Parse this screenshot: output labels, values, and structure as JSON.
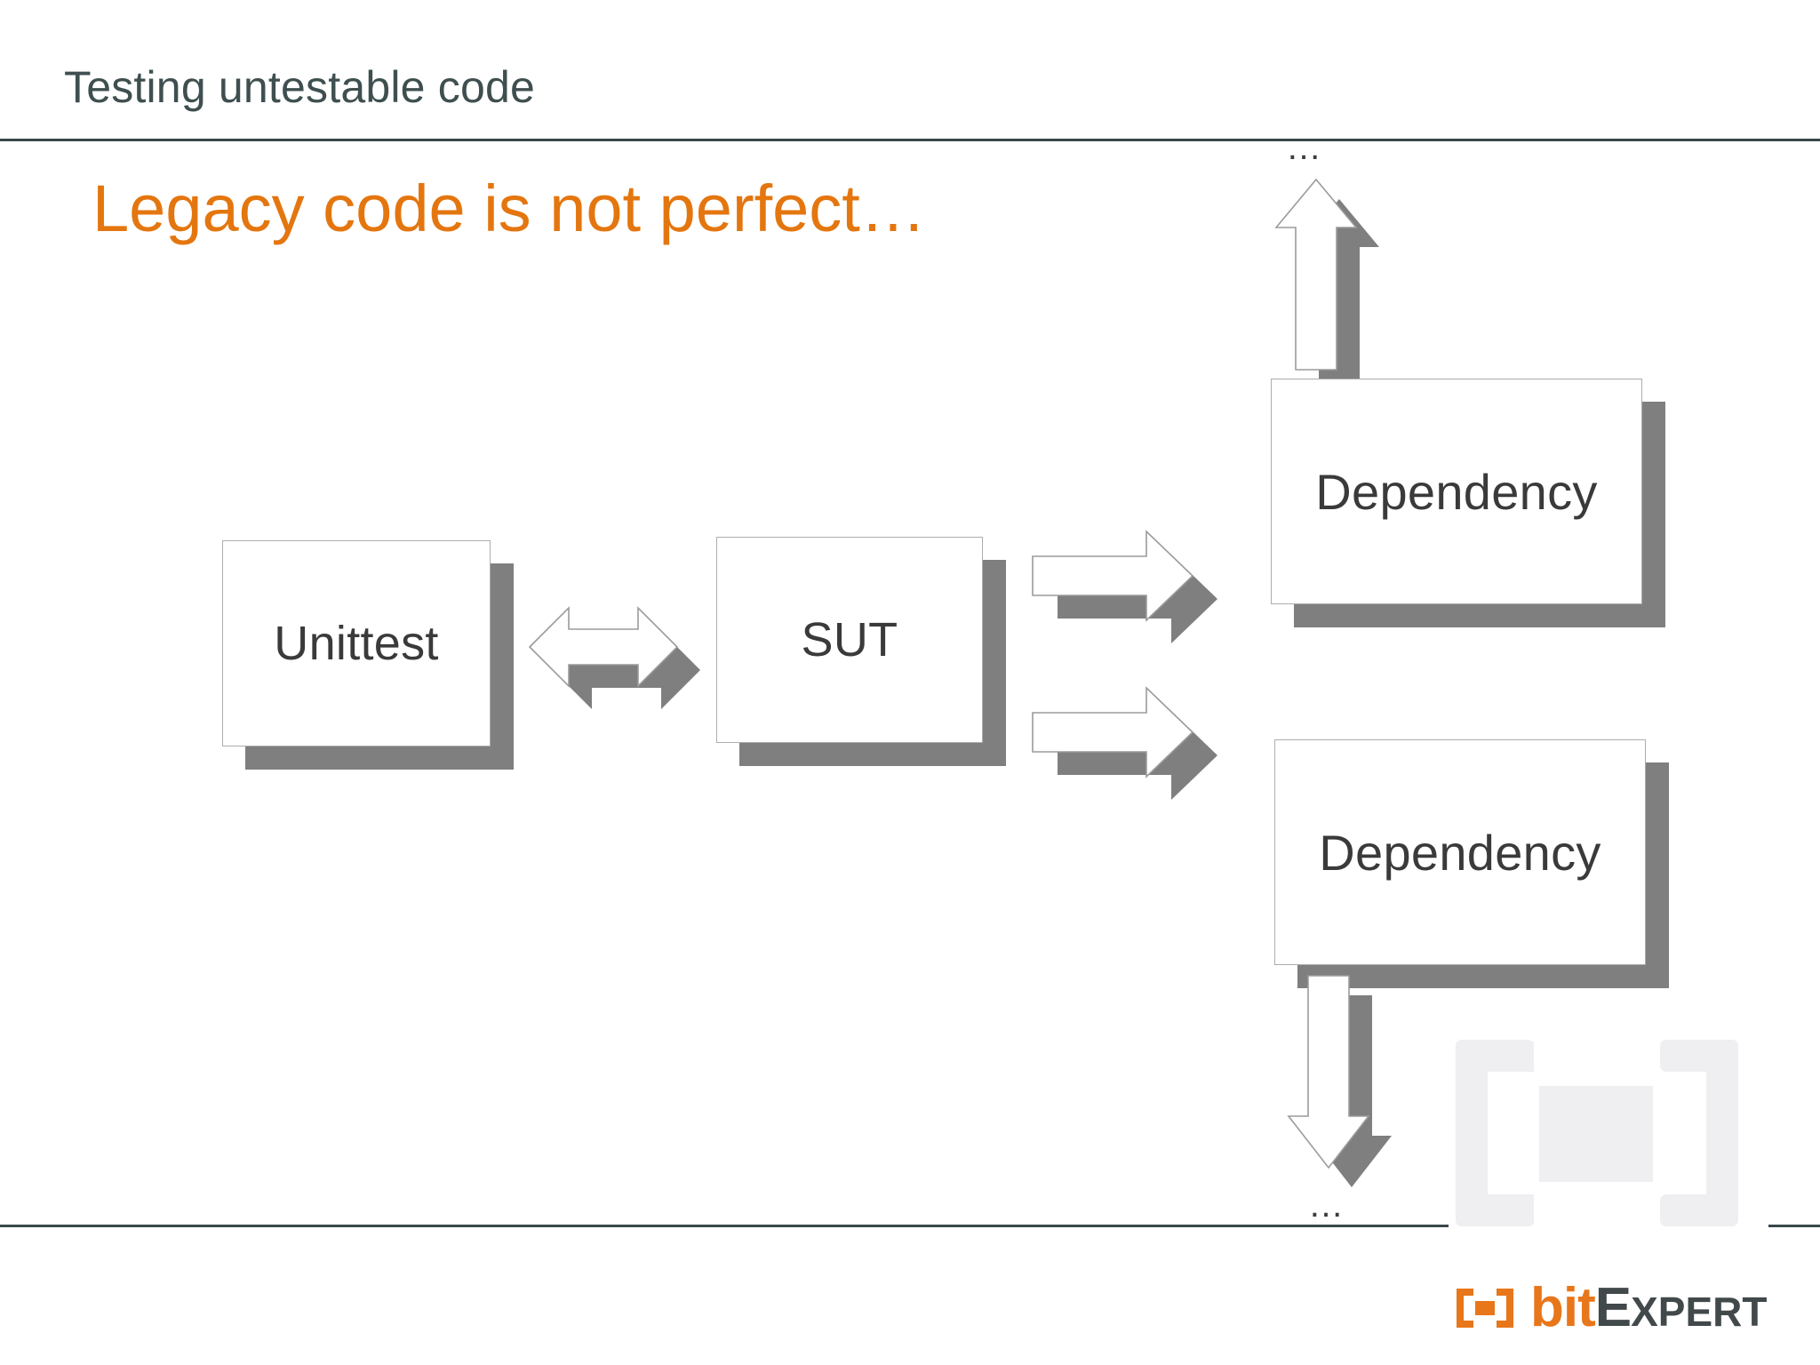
{
  "slide": {
    "title": "Testing untestable code",
    "headline": "Legacy code is not perfect…",
    "title_color": "#3f4f50",
    "headline_color": "#e4760f",
    "rule_color": "#39484a",
    "background": "#ffffff"
  },
  "diagram": {
    "type": "flow",
    "boxes": [
      {
        "id": "unittest",
        "label": "Unittest"
      },
      {
        "id": "sut",
        "label": "SUT"
      },
      {
        "id": "dependency-1",
        "label": "Dependency"
      },
      {
        "id": "dependency-2",
        "label": "Dependency"
      }
    ],
    "connectors": [
      {
        "id": "unittest-sut",
        "kind": "bidirectional-arrow",
        "from": "unittest",
        "to": "sut"
      },
      {
        "id": "sut-dependency-1",
        "kind": "right-arrow",
        "from": "sut",
        "to": "dependency-1"
      },
      {
        "id": "sut-dependency-2",
        "kind": "right-arrow",
        "from": "sut",
        "to": "dependency-2"
      },
      {
        "id": "dependency-1-up",
        "kind": "up-arrow",
        "from": "dependency-1",
        "to": "more-above"
      },
      {
        "id": "dependency-2-down",
        "kind": "down-arrow",
        "from": "dependency-2",
        "to": "more-below"
      }
    ],
    "ellipsis_top": "…",
    "ellipsis_bottom": "…",
    "box_fill": "#ffffff",
    "box_border": "#adadad",
    "shadow_color": "#7f7f7f",
    "label_color": "#3a3a3a"
  },
  "brand": {
    "bit": "bit",
    "e": "E",
    "xpert": "XPERT",
    "orange": "#e8761a",
    "dark": "#41494b",
    "watermark_color": "#efeef0"
  }
}
